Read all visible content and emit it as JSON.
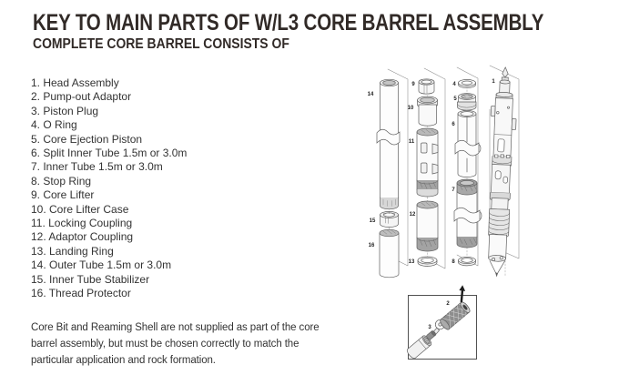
{
  "title": "KEY TO MAIN PARTS OF W/L3 CORE BARREL ASSEMBLY",
  "subtitle": "COMPLETE CORE BARREL CONSISTS OF",
  "parts_list": [
    "1. Head Assembly",
    "2. Pump-out Adaptor",
    "3. Piston Plug",
    "4. O Ring",
    "5. Core Ejection Piston",
    "6. Split Inner Tube 1.5m or 3.0m",
    "7. Inner Tube 1.5m or 3.0m",
    "8. Stop Ring",
    "9. Core Lifter",
    "10. Core Lifter Case",
    "11. Locking Coupling",
    "12. Adaptor Coupling",
    "13. Landing Ring",
    "14. Outer Tube 1.5m or 3.0m",
    "15. Inner Tube Stabilizer",
    "16. Thread Protector"
  ],
  "note_lines": [
    "Core Bit and Reaming Shell are not supplied as part of the core",
    "barrel assembly, but must be chosen correctly to match the",
    "particular application and rock formation."
  ],
  "diagram": {
    "callouts": {
      "c1": "1",
      "c2": "2",
      "c3": "3",
      "c4": "4",
      "c5": "5",
      "c6": "6",
      "c7": "7",
      "c8": "8",
      "c9": "9",
      "c10": "10",
      "c11": "11",
      "c12": "12",
      "c13": "13",
      "c14": "14",
      "c15": "15",
      "c16": "16"
    }
  },
  "colors": {
    "background": "#ffffff",
    "heading_text": "#312a27",
    "body_text": "#333333",
    "line_art": "#606060",
    "knurl_fill": "#a3a3a3",
    "dark_fill": "#8e8e8e"
  }
}
